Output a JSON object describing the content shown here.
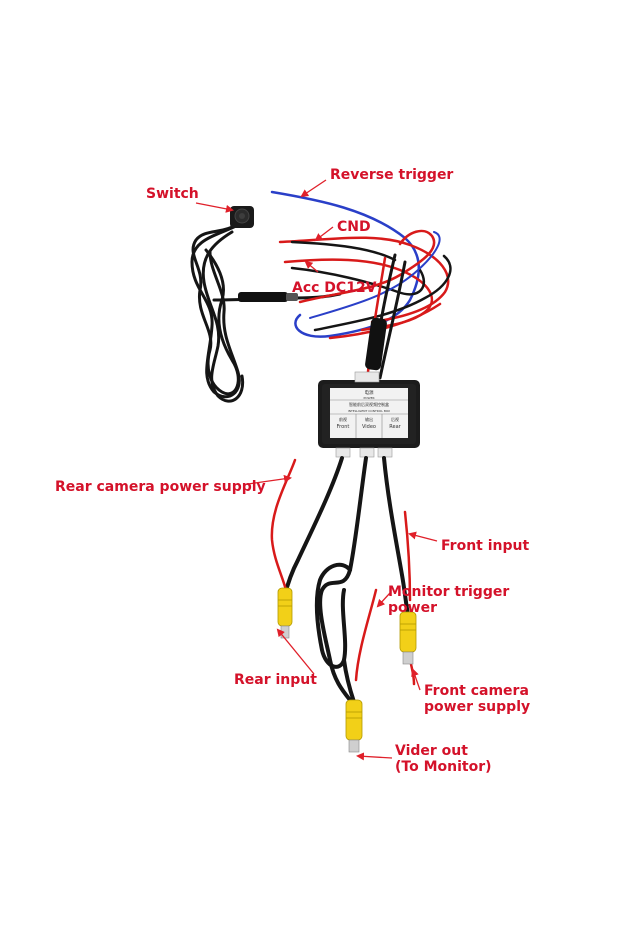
{
  "labels": {
    "reverse_trigger": "Reverse trigger",
    "switch": "Switch",
    "cnd": "CND",
    "acc": "Acc DC12V",
    "rear_camera_power": "Rear camera power supply",
    "front_input": "Front input",
    "monitor_trigger_line1": "Monitor trigger",
    "monitor_trigger_line2": "power",
    "rear_input": "Rear input",
    "front_camera_power_line1": "Front camera",
    "front_camera_power_line2": "power supply",
    "video_out_line1": "Vider out",
    "video_out_line2": "(To Monitor)"
  },
  "box": {
    "top_label": "电源",
    "top_sublabel": "POWER",
    "title": "智能前后双视频控制盒",
    "subtitle": "INTELLIGENT CONTROL BOX",
    "port_front_cn": "前视",
    "port_front_en": "Front",
    "port_video_cn": "输出",
    "port_video_en": "Video",
    "port_rear_cn": "后视",
    "port_rear_en": "Rear"
  },
  "colors": {
    "label": "#d4122a",
    "arrow": "#e0202a",
    "cable_black": "#151515",
    "wire_red": "#d81a1a",
    "wire_blue": "#2a3fc8",
    "rca_yellow": "#f2d018"
  }
}
